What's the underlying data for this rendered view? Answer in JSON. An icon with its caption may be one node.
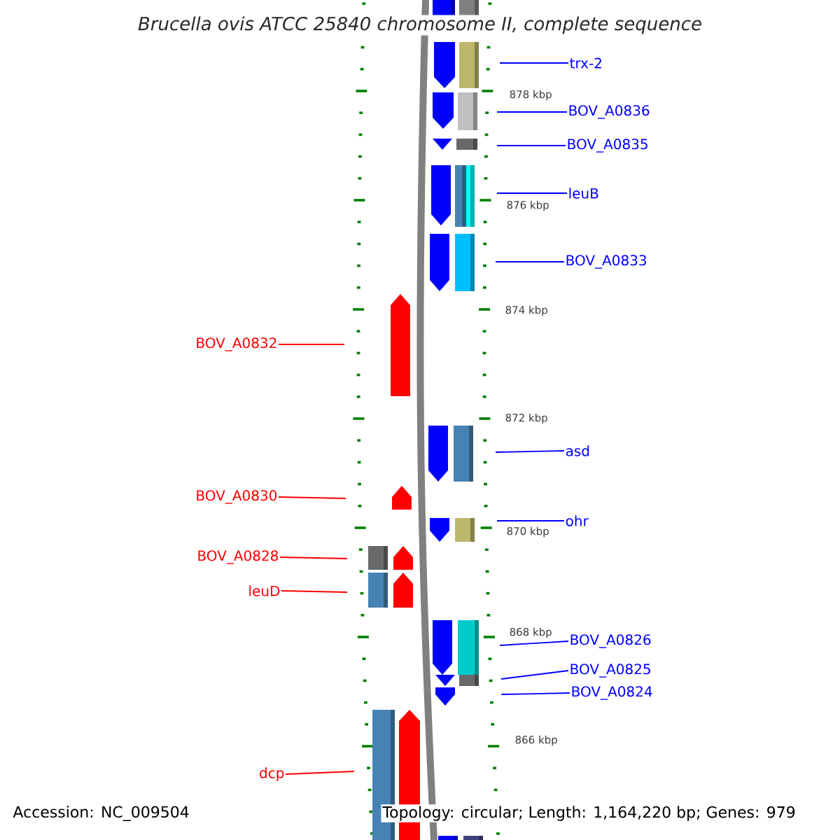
{
  "diagram": {
    "title": "Brucella ovis ATCC 25840 chromosome II, complete sequence",
    "nodes": [
      {
        "text": [
          "trx-2"
        ]
      },
      {
        "text": [
          "BOV_A0836"
        ]
      },
      {
        "text": [
          "BOV_A0835"
        ]
      },
      {
        "text": [
          "leuB"
        ]
      },
      {
        "text": [
          "BOV_A0833"
        ]
      },
      {
        "text": [
          "BOV_A0832"
        ]
      },
      {
        "text": [
          "asd"
        ]
      },
      {
        "text": [
          "BOV_A0830"
        ]
      },
      {
        "text": [
          "ohr"
        ]
      },
      {
        "text": [
          "BOV_A0828"
        ]
      },
      {
        "text": [
          "leuD"
        ]
      },
      {
        "text": [
          "BOV_A0826"
        ]
      },
      {
        "text": [
          "BOV_A0825"
        ]
      },
      {
        "text": [
          "BOV_A0824"
        ]
      },
      {
        "text": [
          "dcp"
        ]
      }
    ],
    "edges": [
      {
        "from": 0,
        "to": null,
        "arrow": "none"
      },
      {
        "from": 1,
        "to": null,
        "arrow": "none"
      },
      {
        "from": 2,
        "to": null,
        "arrow": "none"
      },
      {
        "from": 3,
        "to": null,
        "arrow": "none"
      },
      {
        "from": 4,
        "to": null,
        "arrow": "none"
      },
      {
        "from": 5,
        "to": null,
        "arrow": "none",
        "color": "#ff0000"
      },
      {
        "from": 6,
        "to": null,
        "arrow": "none"
      },
      {
        "from": 7,
        "to": null,
        "arrow": "none",
        "color": "#ff0000"
      },
      {
        "from": 8,
        "to": null,
        "arrow": "none"
      },
      {
        "from": 9,
        "to": null,
        "arrow": "none",
        "color": "#ff0000"
      },
      {
        "from": 10,
        "to": null,
        "arrow": "none",
        "color": "#ff0000"
      },
      {
        "from": 11,
        "to": null,
        "arrow": "none"
      },
      {
        "from": 12,
        "to": null,
        "arrow": "none"
      },
      {
        "from": 13,
        "to": null,
        "arrow": "none"
      },
      {
        "from": 14,
        "to": null,
        "arrow": "none",
        "color": "#ff0000"
      }
    ],
    "labels": [
      "878 kbp",
      "876 kbp",
      "874 kbp",
      "872 kbp",
      "870 kbp",
      "868 kbp",
      "866 kbp",
      "Accession: NC_009504",
      "Topology: circular; Length: 1,164,220 bp; Genes: 979"
    ]
  }
}
